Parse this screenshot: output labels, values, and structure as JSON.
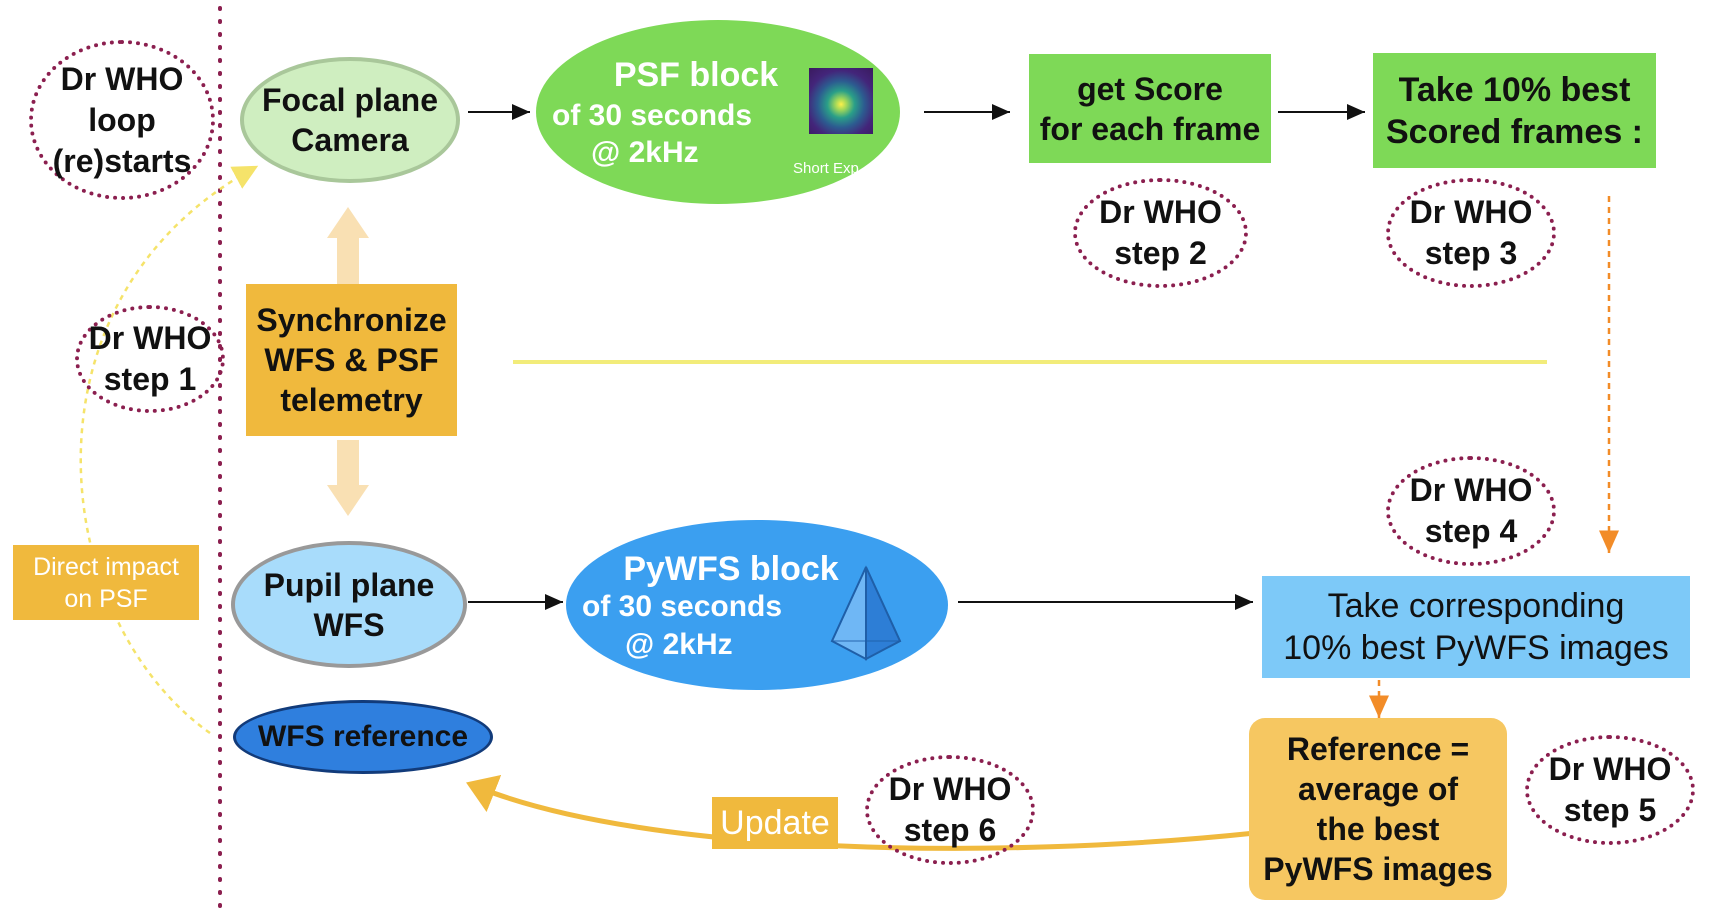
{
  "nodes": {
    "focal_camera": [
      "Focal plane",
      "Camera"
    ],
    "psf_block": {
      "title": "PSF block",
      "line1": "of 30 seconds",
      "line2": "@ 2kHz",
      "thumb_caption": "Short Exp."
    },
    "get_score": [
      "get Score",
      "for each frame"
    ],
    "take_best": [
      "Take 10% best",
      "Scored frames :"
    ],
    "synchronize": [
      "Synchronize",
      "WFS & PSF",
      "telemetry"
    ],
    "pupil_wfs": [
      "Pupil plane",
      "WFS"
    ],
    "pywfs_block": {
      "title": "PyWFS block",
      "line1": "of 30 seconds",
      "line2": "@ 2kHz"
    },
    "take_corresponding": [
      "Take corresponding",
      "10% best PyWFS images"
    ],
    "wfs_reference": "WFS reference",
    "reference_avg": [
      "Reference =",
      "average of",
      "the best",
      "PyWFS images"
    ],
    "direct_impact": [
      "Direct impact",
      "on PSF"
    ],
    "update": "Update"
  },
  "dr_who": {
    "loop": [
      "Dr WHO",
      "loop",
      "(re)starts"
    ],
    "step1": [
      "Dr WHO",
      "step 1"
    ],
    "step2": [
      "Dr WHO",
      "step 2"
    ],
    "step3": [
      "Dr WHO",
      "step 3"
    ],
    "step4": [
      "Dr WHO",
      "step 4"
    ],
    "step5": [
      "Dr WHO",
      "step 5"
    ],
    "step6": [
      "Dr WHO",
      "step 6"
    ]
  },
  "colors": {
    "focal_fill": "#cfeec0",
    "green": "#7ed957",
    "orange": "#f0b93d",
    "light_blue": "#a8dcfb",
    "blue": "#3b9ff0",
    "sky": "#7dc9f8",
    "dots": "#8b1f4f",
    "yellow_line": "#f2ec7a",
    "dashed_orange": "#f28c28"
  },
  "icons": [
    "psf-thumbnail-icon",
    "pyramid-icon"
  ]
}
